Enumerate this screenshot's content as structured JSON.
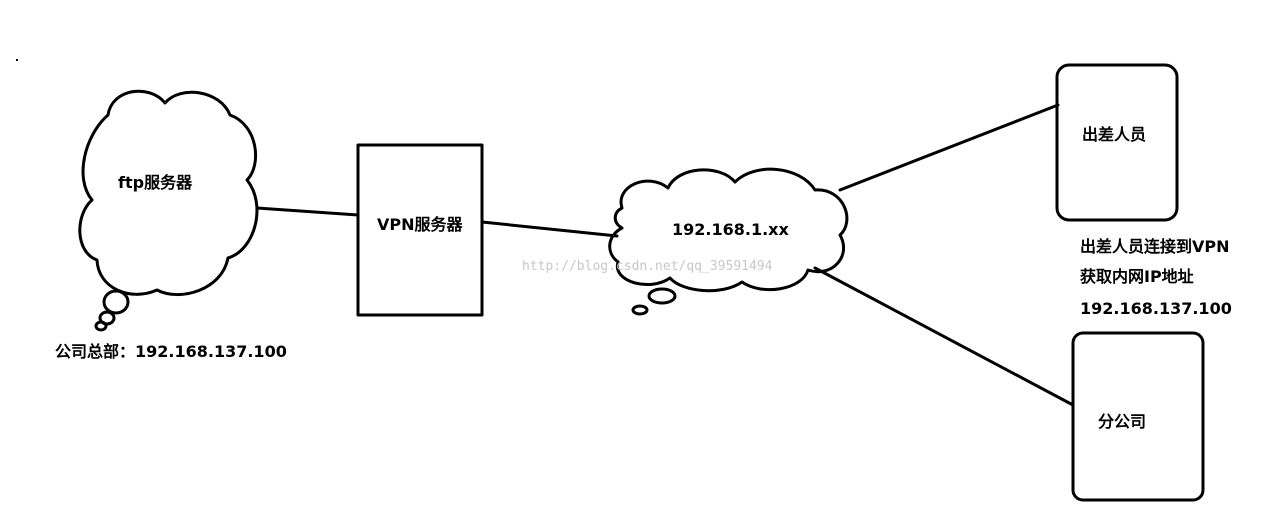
{
  "nodes": {
    "ftp_cloud": {
      "label": "ftp服务器"
    },
    "hq_caption": {
      "label": "公司总部：192.168.137.100"
    },
    "vpn_server": {
      "label": "VPN服务器"
    },
    "network_cloud": {
      "label": "192.168.1.xx"
    },
    "traveler": {
      "label": "出差人员"
    },
    "traveler_note": {
      "line1": "出差人员连接到VPN",
      "line2": "获取内网IP地址",
      "line3": "192.168.137.100"
    },
    "branch": {
      "label": "分公司"
    }
  },
  "watermark": "http://blog.csdn.net/qq_39591494",
  "colors": {
    "stroke": "#000000",
    "background": "#ffffff",
    "watermark": "#c8c8c8"
  }
}
